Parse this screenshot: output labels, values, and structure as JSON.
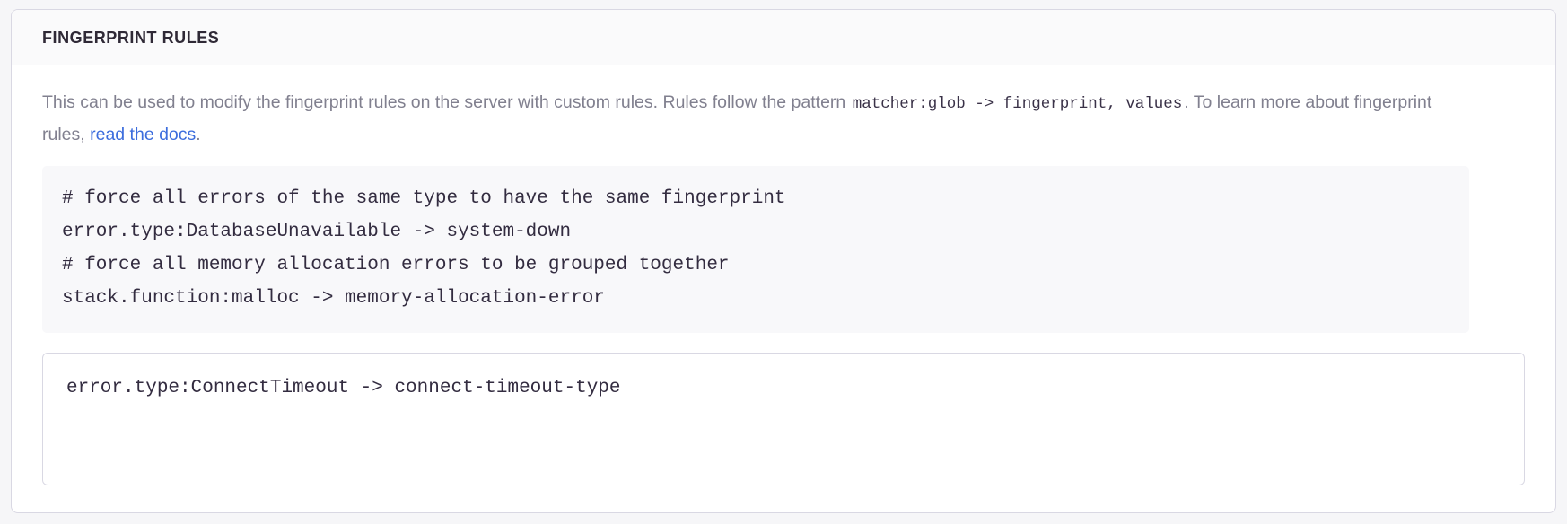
{
  "panel": {
    "title": "FINGERPRINT RULES"
  },
  "description": {
    "part1": "This can be used to modify the fingerprint rules on the server with custom rules. Rules follow the pattern",
    "code1": "matcher:glob -> fingerprint, values",
    "part2": ". To learn more about fingerprint rules,",
    "link_label": "read the docs",
    "part3": "."
  },
  "example": {
    "lines": [
      "# force all errors of the same type to have the same fingerprint",
      "error.type:DatabaseUnavailable -> system-down",
      "# force all memory allocation errors to be grouped together",
      "stack.function:malloc -> memory-allocation-error"
    ]
  },
  "editor": {
    "value": "error.type:ConnectTimeout -> connect-timeout-type",
    "placeholder": "error.type:ConnectTimeout -> connect-timeout-type"
  },
  "colors": {
    "page_background": "#f6f6f8",
    "panel_background": "#ffffff",
    "panel_border": "#d9d8e3",
    "header_background": "#fafafb",
    "title_text": "#2f2936",
    "description_text": "#81808f",
    "code_text": "#332c40",
    "example_background": "#f8f8fa",
    "link": "#3c6ddd"
  }
}
